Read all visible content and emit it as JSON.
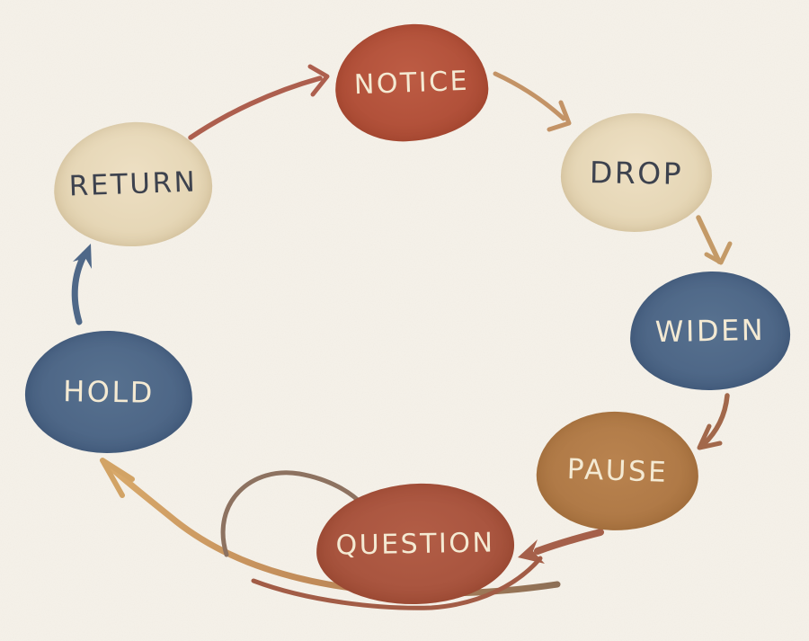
{
  "diagram": {
    "title": "awareness cycle diagram",
    "background_color": "#f6f2ea",
    "sequence": [
      "NOTICE",
      "DROP",
      "WIDEN",
      "PAUSE",
      "QUESTION",
      "HOLD",
      "RETURN"
    ],
    "nodes": [
      {
        "id": "notice",
        "label": "NOTICE",
        "fill": "#b2513a",
        "text_color": "#f4ead3"
      },
      {
        "id": "drop",
        "label": "DROP",
        "fill": "#e6d7b7",
        "text_color": "#3d424e"
      },
      {
        "id": "widen",
        "label": "WIDEN",
        "fill": "#4e6787",
        "text_color": "#f4ead3"
      },
      {
        "id": "pause",
        "label": "PAUSE",
        "fill": "#b07a47",
        "text_color": "#f4ead3"
      },
      {
        "id": "question",
        "label": "QUESTION",
        "fill": "#a9553f",
        "text_color": "#f4ead3"
      },
      {
        "id": "hold",
        "label": "HOLD",
        "fill": "#4e6787",
        "text_color": "#f4ead3"
      },
      {
        "id": "return",
        "label": "RETURN",
        "fill": "#e6d7b7",
        "text_color": "#3d424e"
      }
    ],
    "arrows": [
      {
        "from": "return",
        "to": "notice",
        "color": "#ad5f4e",
        "style": "curved, open head"
      },
      {
        "from": "notice",
        "to": "drop",
        "color": "#c39366",
        "style": "curved, hook head"
      },
      {
        "from": "drop",
        "to": "widen",
        "color": "#c49a67",
        "style": "short, hook head"
      },
      {
        "from": "widen",
        "to": "pause",
        "color": "#a2684b",
        "style": "curved, hook head"
      },
      {
        "from": "pause",
        "to": "question",
        "color": "#a5604a",
        "style": "thick, filled barbed head"
      },
      {
        "from": "question",
        "to": "hold",
        "color": "#c9955e",
        "color_loop": "#8d7260",
        "color_tail": "#a25c46",
        "style": "large looping swoosh, open head"
      },
      {
        "from": "hold",
        "to": "return",
        "color": "#4f6888",
        "style": "vertical, filled barbed head"
      }
    ]
  }
}
